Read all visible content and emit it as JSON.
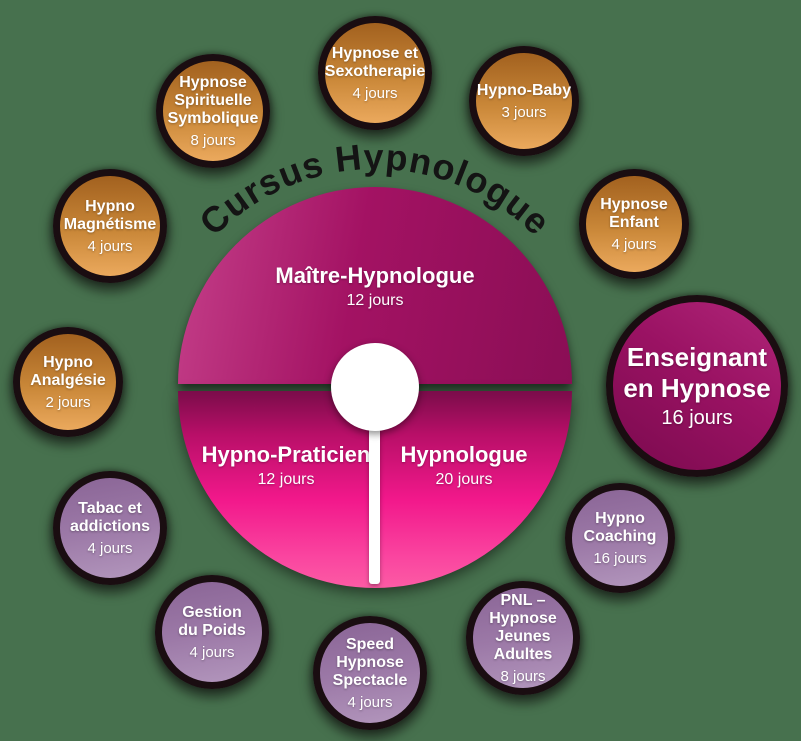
{
  "title": {
    "label": "Cursus Hypnologue"
  },
  "wheel": {
    "top_segment": {
      "name": "Maître-Hypnologue",
      "duration": "12 jours"
    },
    "bottom_left_segment": {
      "name": "Hypno-Praticien",
      "duration": "12 jours"
    },
    "bottom_right_segment": {
      "name": "Hypnologue",
      "duration": "20 jours"
    }
  },
  "satellites": [
    {
      "id": "hypnose-spirituelle-symbolique",
      "lines": [
        "Hypnose",
        "Spirituelle",
        "Symbolique"
      ],
      "duration": "8 jours",
      "theme": "orange"
    },
    {
      "id": "hypnose-et-sexotherapie",
      "lines": [
        "Hypnose et",
        "Sexotherapie"
      ],
      "duration": "4 jours",
      "theme": "orange"
    },
    {
      "id": "hypno-baby",
      "lines": [
        "Hypno-Baby"
      ],
      "duration": "3 jours",
      "theme": "orange"
    },
    {
      "id": "hypnose-enfant",
      "lines": [
        "Hypnose",
        "Enfant"
      ],
      "duration": "4 jours",
      "theme": "orange"
    },
    {
      "id": "hypno-magnetisme",
      "lines": [
        "Hypno",
        "Magnétisme"
      ],
      "duration": "4 jours",
      "theme": "orange"
    },
    {
      "id": "hypno-analgesie",
      "lines": [
        "Hypno",
        "Analgésie"
      ],
      "duration": "2 jours",
      "theme": "orange"
    },
    {
      "id": "tabac-et-addictions",
      "lines": [
        "Tabac et",
        "addictions"
      ],
      "duration": "4 jours",
      "theme": "purple"
    },
    {
      "id": "gestion-du-poids",
      "lines": [
        "Gestion",
        "du Poids"
      ],
      "duration": "4 jours",
      "theme": "purple"
    },
    {
      "id": "speed-hypnose-spectacle",
      "lines": [
        "Speed",
        "Hypnose",
        "Spectacle"
      ],
      "duration": "4 jours",
      "theme": "purple"
    },
    {
      "id": "pnl-hypnose-jeunes-adultes",
      "lines": [
        "PNL –",
        "Hypnose",
        "Jeunes",
        "Adultes"
      ],
      "duration": "8 jours",
      "theme": "purple"
    },
    {
      "id": "hypno-coaching",
      "lines": [
        "Hypno",
        "Coaching"
      ],
      "duration": "16 jours",
      "theme": "purple"
    },
    {
      "id": "enseignant-en-hypnose",
      "lines": [
        "Enseignant",
        "en Hypnose"
      ],
      "duration": "16 jours",
      "theme": "magenta-big"
    }
  ],
  "colors": {
    "background": "#47714e",
    "title_text": "#141414",
    "label_text": "#ffffff",
    "circle_ring": "#1a0d11",
    "orange_top": "#a2611f",
    "orange_bottom": "#eba95d",
    "purple_top": "#8a6596",
    "purple_bottom": "#b397bd",
    "wheel_top_left": "#c5408a",
    "wheel_top_right": "#8a0e55",
    "wheel_bottom_dark": "#7a0c4a",
    "wheel_bottom_bright": "#f2188b",
    "wheel_bottom_light": "#fc5ba4",
    "enseignant_light": "#b02679",
    "enseignant_dark": "#7a0a4e"
  }
}
